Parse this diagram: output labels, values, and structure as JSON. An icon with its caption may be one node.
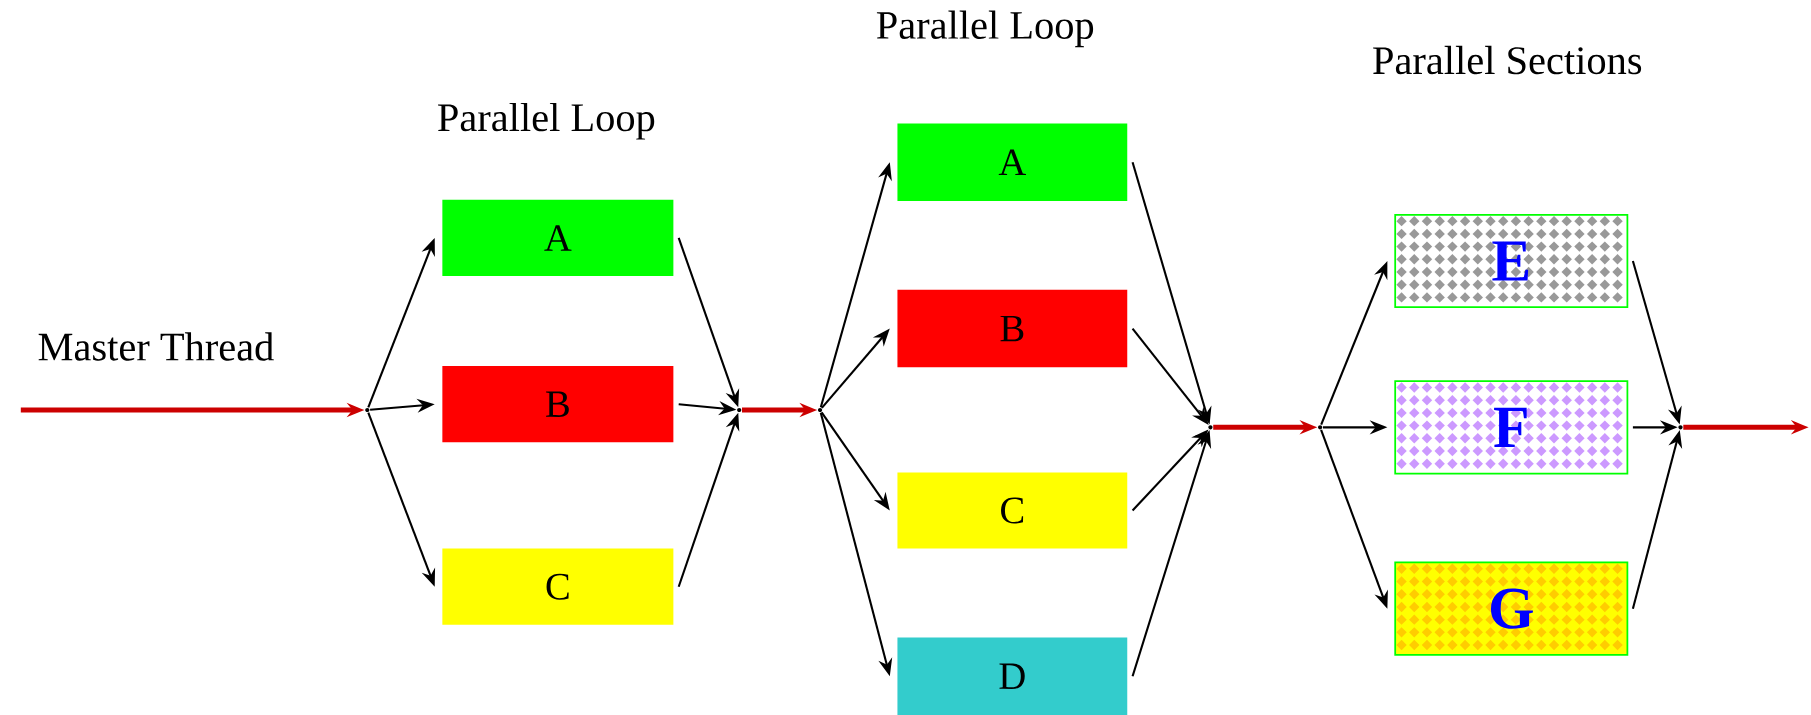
{
  "diagram": {
    "nodes": [
      {
        "text": [],
        "shape": "point"
      },
      {
        "text": [
          "A"
        ]
      },
      {
        "text": [
          "B"
        ]
      },
      {
        "text": [
          "C"
        ]
      },
      {
        "text": [],
        "shape": "point"
      },
      {
        "text": [],
        "shape": "point"
      },
      {
        "text": [
          "A"
        ]
      },
      {
        "text": [
          "B"
        ]
      },
      {
        "text": [
          "C"
        ]
      },
      {
        "text": [
          "D"
        ]
      },
      {
        "text": [],
        "shape": "point"
      },
      {
        "text": [],
        "shape": "point"
      },
      {
        "text": [
          "E"
        ]
      },
      {
        "text": [
          "F"
        ]
      },
      {
        "text": [
          "G"
        ]
      },
      {
        "text": [],
        "shape": "point"
      }
    ],
    "edges": [
      {
        "from": null,
        "to": 0,
        "arrow": "to",
        "style": "thick",
        "color": "#cc0000"
      },
      {
        "from": 0,
        "to": 1,
        "arrow": "to"
      },
      {
        "from": 0,
        "to": 2,
        "arrow": "to"
      },
      {
        "from": 0,
        "to": 3,
        "arrow": "to"
      },
      {
        "from": 1,
        "to": 4,
        "arrow": "to"
      },
      {
        "from": 2,
        "to": 4,
        "arrow": "to"
      },
      {
        "from": 3,
        "to": 4,
        "arrow": "to"
      },
      {
        "from": 4,
        "to": 5,
        "arrow": "to",
        "style": "thick",
        "color": "#cc0000"
      },
      {
        "from": 5,
        "to": 6,
        "arrow": "to"
      },
      {
        "from": 5,
        "to": 7,
        "arrow": "to"
      },
      {
        "from": 5,
        "to": 8,
        "arrow": "to"
      },
      {
        "from": 5,
        "to": 9,
        "arrow": "to"
      },
      {
        "from": 6,
        "to": 10,
        "arrow": "to"
      },
      {
        "from": 7,
        "to": 10,
        "arrow": "to"
      },
      {
        "from": 8,
        "to": 10,
        "arrow": "to"
      },
      {
        "from": 9,
        "to": 10,
        "arrow": "to"
      },
      {
        "from": 10,
        "to": 11,
        "arrow": "to",
        "style": "thick",
        "color": "#cc0000"
      },
      {
        "from": 11,
        "to": 12,
        "arrow": "to"
      },
      {
        "from": 11,
        "to": 13,
        "arrow": "to"
      },
      {
        "from": 11,
        "to": 14,
        "arrow": "to"
      },
      {
        "from": 12,
        "to": 15,
        "arrow": "to"
      },
      {
        "from": 13,
        "to": 15,
        "arrow": "to"
      },
      {
        "from": 14,
        "to": 15,
        "arrow": "to"
      },
      {
        "from": 15,
        "to": null,
        "arrow": "to",
        "style": "thick",
        "color": "#cc0000"
      }
    ],
    "labels": [
      "Master Thread",
      "Parallel Loop",
      "Parallel Loop",
      "Parallel Sections"
    ]
  }
}
